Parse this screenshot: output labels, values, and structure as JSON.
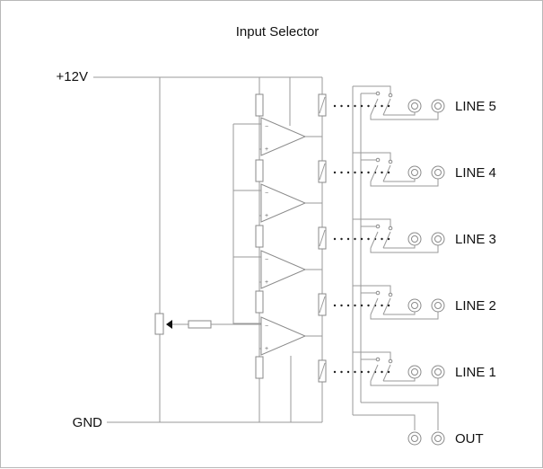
{
  "diagram": {
    "title": "Input Selector",
    "rails": {
      "positive": "+12V",
      "ground": "GND"
    },
    "channels": [
      {
        "label": "LINE 5"
      },
      {
        "label": "LINE 4"
      },
      {
        "label": "LINE 3"
      },
      {
        "label": "LINE 2"
      },
      {
        "label": "LINE 1"
      }
    ],
    "output": {
      "label": "OUT"
    },
    "components": {
      "potentiometer": "potentiometer",
      "comparators": 4,
      "relays": 5,
      "ladder_resistors": 5,
      "series_resistor": 1,
      "jacks_per_channel": 2
    },
    "colors": {
      "wire": "#9a9a9a",
      "text": "#111111",
      "background": "#ffffff"
    }
  }
}
